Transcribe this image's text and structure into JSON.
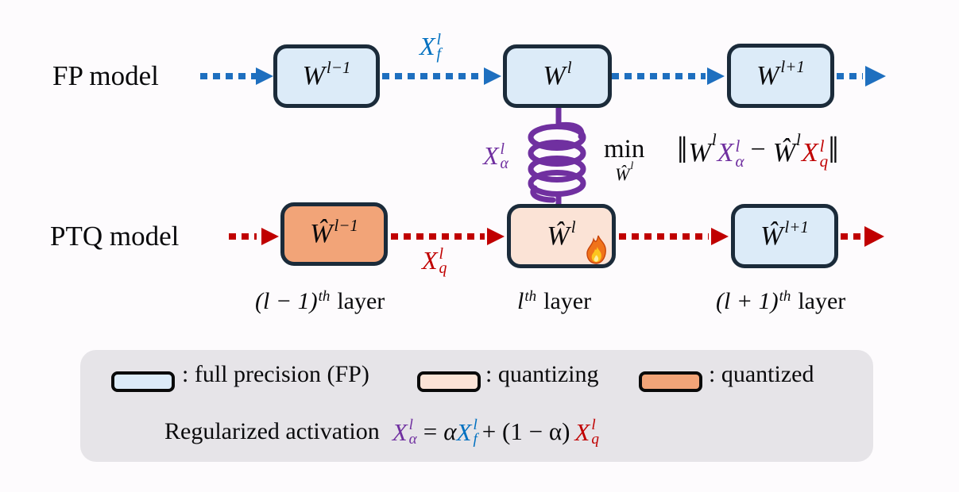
{
  "colors": {
    "background": "#fdfbfd",
    "box_border": "#1b2b3a",
    "full_precision_fill": "#dcebf8",
    "quantizing_fill": "#fbe3d6",
    "quantized_fill": "#f2a478",
    "blue_arrow": "#1e6fbf",
    "red_arrow": "#c00000",
    "purple": "#7030a0",
    "blue_activation": "#0070c0",
    "legend_bg": "#e6e4e8"
  },
  "fp_row": {
    "label": "FP model"
  },
  "ptq_row": {
    "label": "PTQ model"
  },
  "fp_boxes": [
    {
      "base": "W",
      "sup": "l−1"
    },
    {
      "base": "W",
      "sup": "l"
    },
    {
      "base": "W",
      "sup": "l+1"
    }
  ],
  "ptq_boxes": [
    {
      "base": "Ŵ",
      "sup": "l−1"
    },
    {
      "base": "Ŵ",
      "sup": "l"
    },
    {
      "base": "Ŵ",
      "sup": "l+1"
    }
  ],
  "activations": {
    "fp": {
      "base": "X",
      "sup": "l",
      "sub": "f"
    },
    "reg": {
      "base": "X",
      "sup": "l",
      "sub": "α"
    },
    "q": {
      "base": "X",
      "sup": "l",
      "sub": "q"
    }
  },
  "objective": {
    "min": "min",
    "arg": {
      "base": "Ŵ",
      "sup": "l"
    },
    "bar": "‖",
    "w": {
      "base": "W",
      "sup": "l"
    },
    "minus": "−",
    "what": {
      "base": "Ŵ",
      "sup": "l"
    }
  },
  "layer_labels": [
    {
      "math": "(l − 1)",
      "sup": "th",
      "word": "layer"
    },
    {
      "math": "l",
      "sup": "th",
      "word": "layer"
    },
    {
      "math": "(l + 1)",
      "sup": "th",
      "word": "layer"
    }
  ],
  "legend": {
    "full_precision": ": full precision (FP)",
    "quantizing": ": quantizing",
    "quantized": ": quantized",
    "formula_prefix": "Regularized activation",
    "eq": "=",
    "alpha": "α",
    "mid": "+ (1 − α)"
  },
  "icons": {
    "flame": "🔥",
    "spring": "coil"
  }
}
